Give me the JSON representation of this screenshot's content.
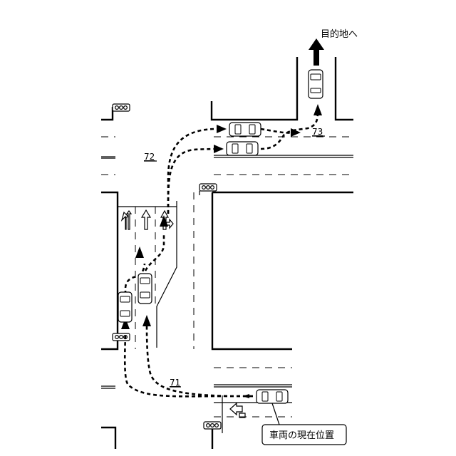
{
  "labels": {
    "destination": "目的地へ",
    "current_position": "車両の現在位置",
    "ref_71": "71",
    "ref_72": "72",
    "ref_73": "73"
  },
  "icons": {
    "traffic_signal": "traffic-signal-icon",
    "vehicle": "car-icon",
    "lane_arrow": "lane-arrow-icon",
    "destination_arrow": "up-arrow-icon"
  },
  "colors": {
    "line": "#000000",
    "background": "#ffffff"
  }
}
